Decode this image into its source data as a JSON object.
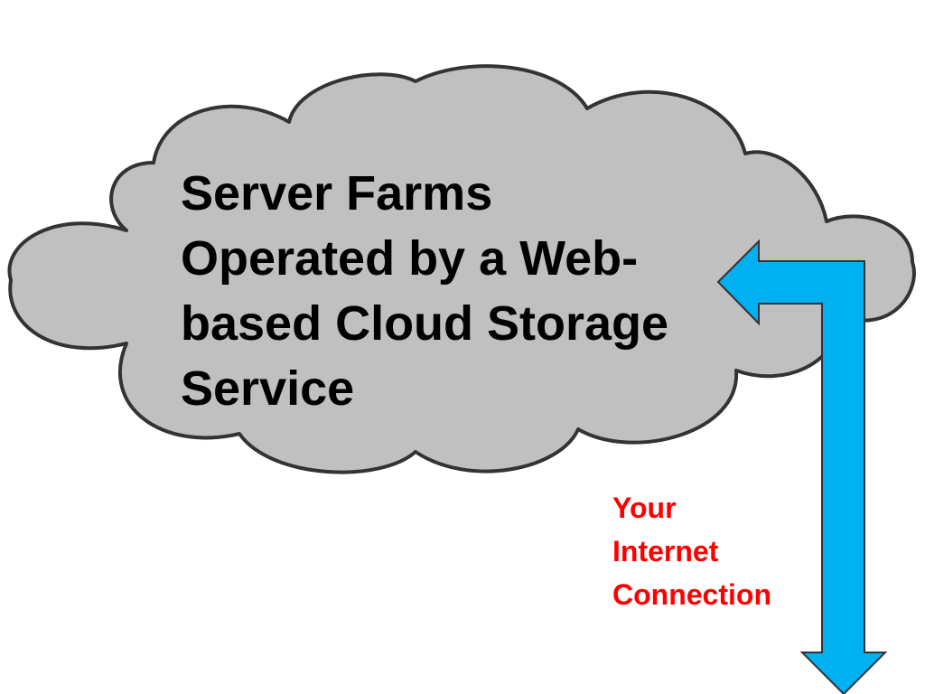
{
  "cloud": {
    "lines": [
      "Server Farms",
      "Operated by a Web-",
      "based Cloud Storage",
      "Service"
    ],
    "fill_color": "#c0c0c0",
    "stroke_color": "#333333"
  },
  "connection": {
    "lines": [
      "Your",
      "Internet",
      "Connection"
    ],
    "text_color": "#ff0000",
    "arrow_color": "#00b0f0",
    "arrow_type": "double-headed-elbow-arrow"
  }
}
